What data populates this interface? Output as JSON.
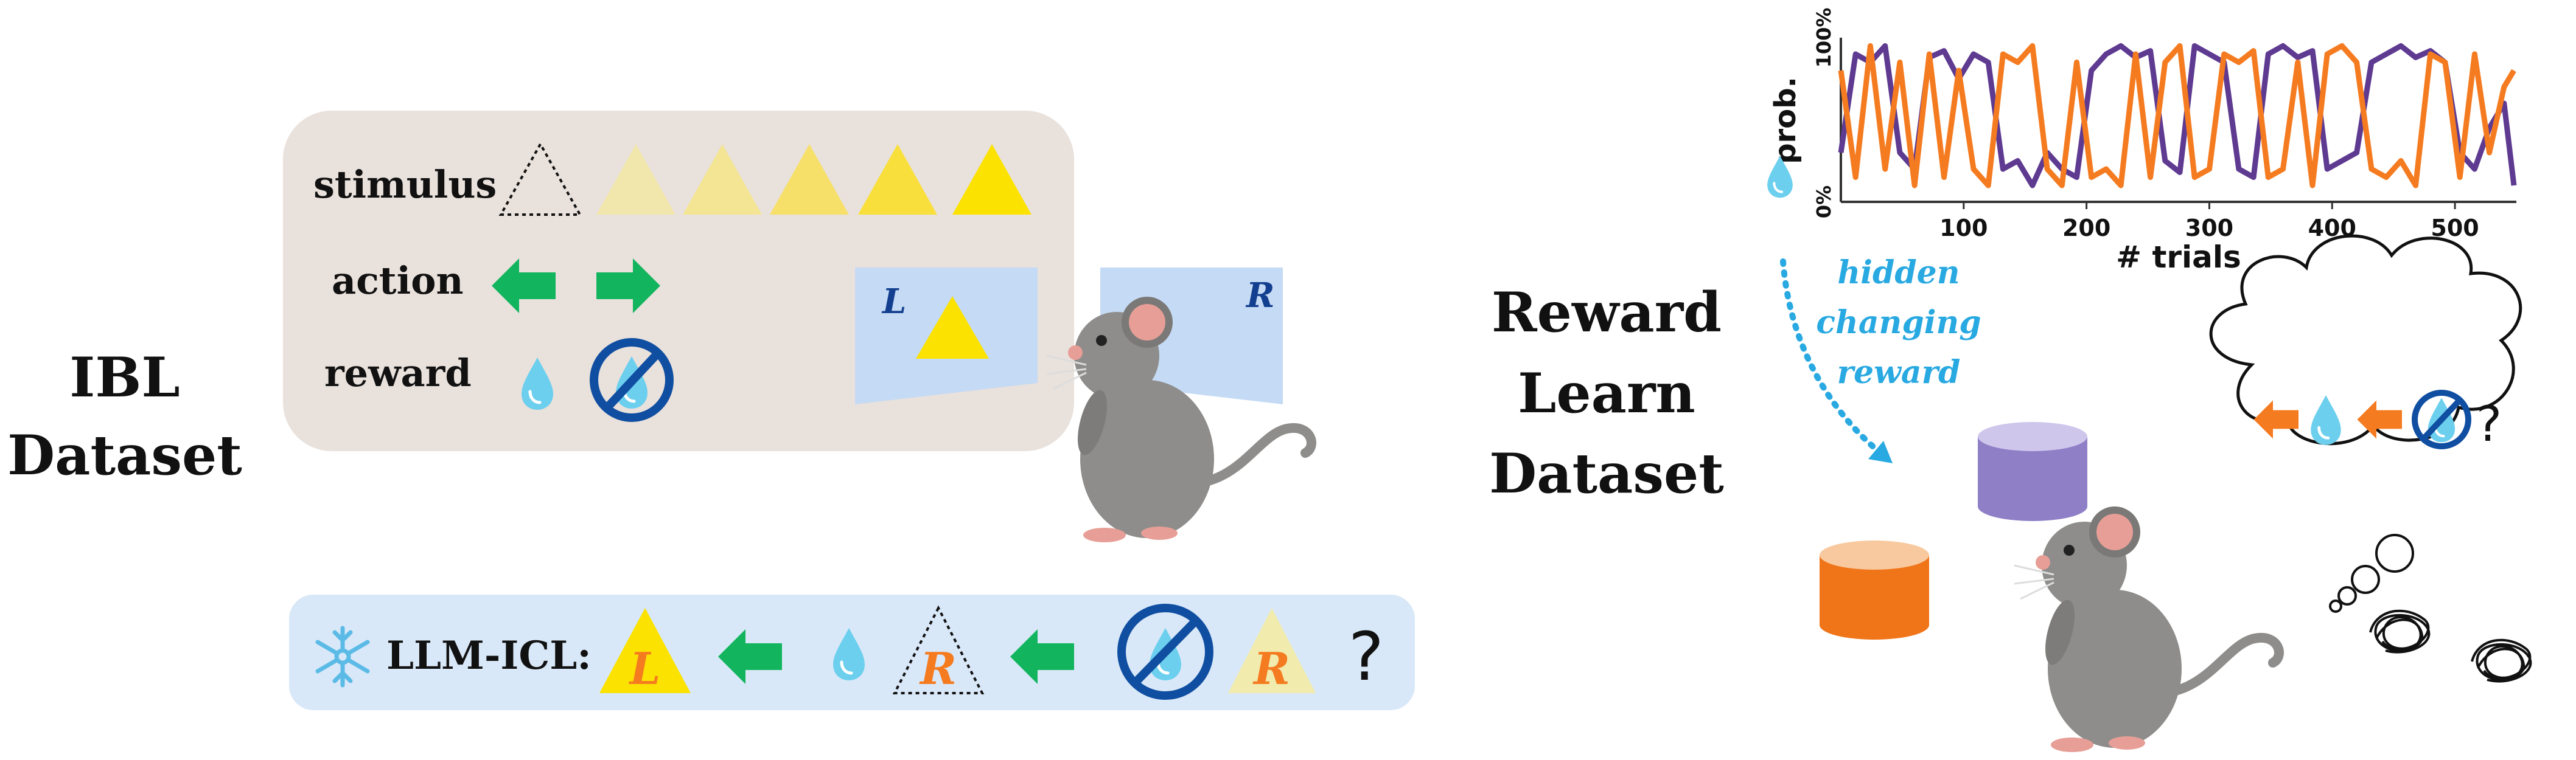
{
  "left_panel": {
    "title_line1": "IBL",
    "title_line2": "Dataset",
    "rows": {
      "stimulus": "stimulus",
      "action": "action",
      "reward": "reward"
    },
    "screen_left_label": "L",
    "screen_right_label": "R",
    "sequence_label": "LLM-ICL:",
    "sequence_tokens": [
      "L",
      "R",
      "R"
    ],
    "question_mark": "?"
  },
  "right_panel": {
    "title_line1": "Reward",
    "title_line2": "Learn",
    "title_line3": "Dataset",
    "arrow_caption": [
      "hidden",
      "changing",
      "reward"
    ],
    "question_mark": "?"
  },
  "colors": {
    "stimulus_yellow": "#f7e21b",
    "action_green": "#12b55e",
    "water_blue": "#6ccfee",
    "forbid_blue": "#0f4ea1",
    "mouse_gray": "#8e8d8b",
    "mouse_pink": "#e79e96",
    "box_beige": "#e9e1dc",
    "box_lightblue": "#d9e8f8",
    "orange": "#f57b20",
    "purple": "#5e3a91",
    "caption_blue": "#29a9e1"
  },
  "chart_data": {
    "type": "line",
    "title": "",
    "xlabel": "# trials",
    "ylabel": "prob.",
    "xlim": [
      0,
      550
    ],
    "ylim": [
      0,
      100
    ],
    "xticks": [
      100,
      200,
      300,
      400,
      500
    ],
    "yticks": [
      "0%",
      "100%"
    ],
    "series": [
      {
        "color": "#5e3a91",
        "x": [
          0,
          12,
          24,
          36,
          48,
          60,
          72,
          84,
          96,
          108,
          120,
          132,
          144,
          156,
          168,
          180,
          192,
          204,
          216,
          228,
          240,
          252,
          264,
          276,
          288,
          300,
          312,
          324,
          336,
          348,
          360,
          372,
          384,
          396,
          408,
          420,
          432,
          444,
          456,
          468,
          480,
          492,
          504,
          516,
          528,
          540,
          548
        ],
        "y": [
          30,
          90,
          85,
          95,
          30,
          20,
          88,
          92,
          75,
          90,
          85,
          20,
          25,
          10,
          30,
          20,
          15,
          80,
          90,
          95,
          88,
          92,
          25,
          18,
          95,
          90,
          85,
          20,
          15,
          90,
          95,
          88,
          92,
          20,
          25,
          30,
          85,
          90,
          95,
          88,
          92,
          85,
          30,
          20,
          45,
          60,
          10
        ]
      },
      {
        "color": "#f57b20",
        "x": [
          0,
          12,
          24,
          36,
          48,
          60,
          72,
          84,
          96,
          108,
          120,
          132,
          144,
          156,
          168,
          180,
          192,
          204,
          216,
          228,
          240,
          252,
          264,
          276,
          288,
          300,
          312,
          324,
          336,
          348,
          360,
          372,
          384,
          396,
          408,
          420,
          432,
          444,
          456,
          468,
          480,
          492,
          504,
          516,
          528,
          540,
          548
        ],
        "y": [
          80,
          15,
          95,
          20,
          85,
          10,
          90,
          15,
          80,
          20,
          10,
          90,
          85,
          95,
          20,
          10,
          85,
          15,
          20,
          10,
          90,
          15,
          85,
          95,
          15,
          20,
          90,
          85,
          92,
          15,
          20,
          85,
          10,
          90,
          95,
          85,
          20,
          15,
          25,
          10,
          90,
          85,
          15,
          90,
          30,
          70,
          80
        ]
      }
    ]
  }
}
